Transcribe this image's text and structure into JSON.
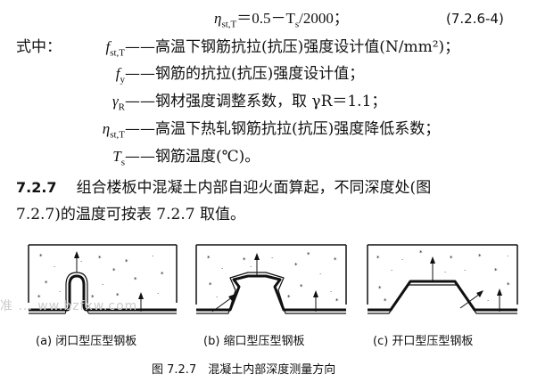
{
  "formula": {
    "lhs": "η",
    "lhs_sub": "st,T",
    "rhs": "＝0.5－T",
    "rhs_sub": "s",
    "rhs_tail": "/2000；",
    "number": "(7.2.6-4)"
  },
  "where_label": "式中：",
  "definitions": [
    {
      "sym": "f",
      "sub": "st,T",
      "text": "——高温下钢筋抗拉(抗压)强度设计值(N/mm²)；"
    },
    {
      "sym": "f",
      "sub": "y",
      "text": "——钢筋的抗拉(抗压)强度设计值；"
    },
    {
      "sym": "γ",
      "sub": "R",
      "text": "——钢材强度调整系数，取 γR＝1.1；"
    },
    {
      "sym": "η",
      "sub": "st,T",
      "text": "——高温下热轧钢筋抗拉(抗压)强度降低系数；"
    },
    {
      "sym": "T",
      "sub": "s",
      "text": "——钢筋温度(℃)。"
    }
  ],
  "section": {
    "number": "7.2.7",
    "line1": "组合楼板中混凝土内部自迎火面算起，不同深度处(图",
    "line2": "7.2.7)的温度可按表 7.2.7 取值。"
  },
  "subfigures": [
    {
      "caption": "(a) 闭口型压型钢板"
    },
    {
      "caption": "(b) 缩口型压型钢板"
    },
    {
      "caption": "(c) 开口型压型钢板"
    }
  ],
  "figure_caption": "图 7.2.7　混凝土内部深度测量方向",
  "watermark": "准 ... ww.bzfxw.com"
}
